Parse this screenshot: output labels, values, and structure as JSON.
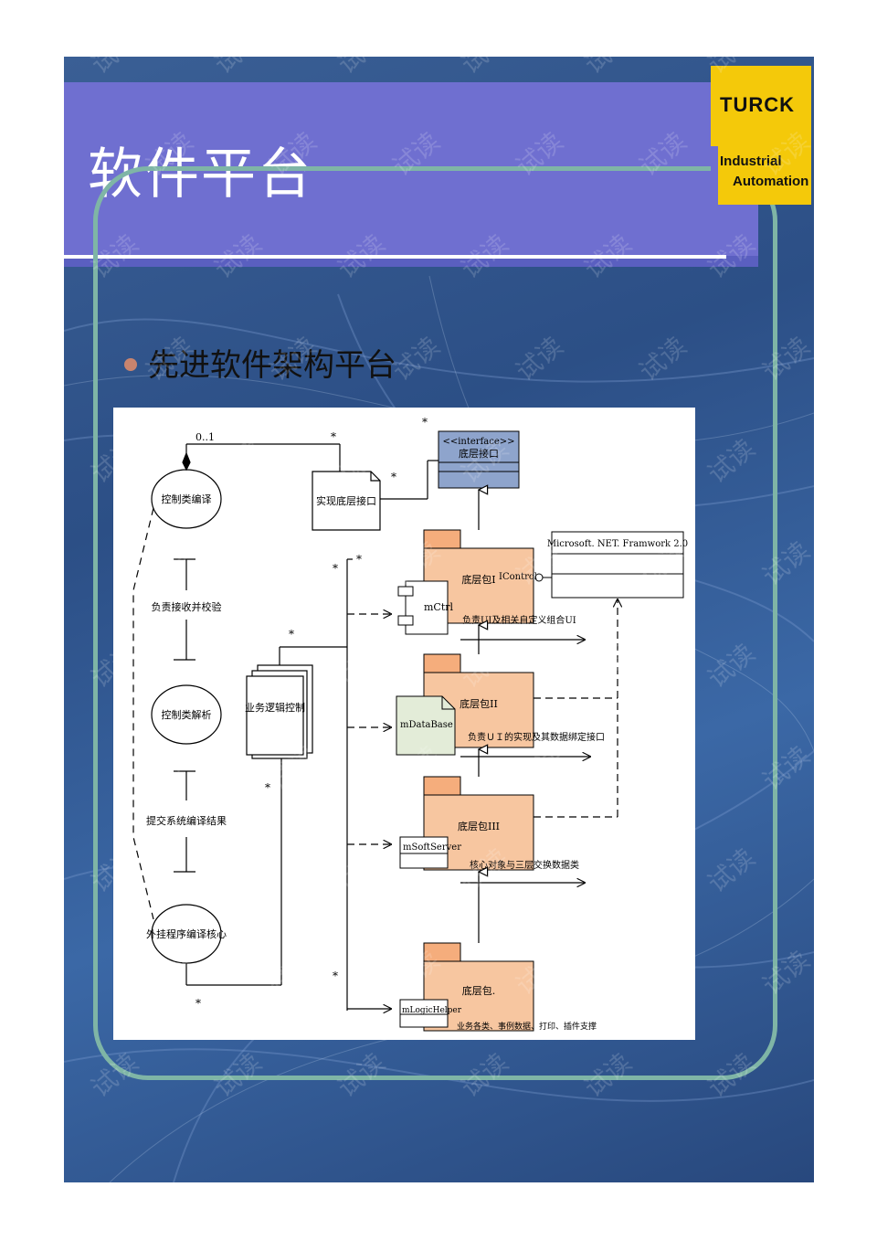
{
  "slide": {
    "title": "软件平台",
    "bullet": "先进软件架构平台"
  },
  "logo": {
    "brand": "TURCK",
    "line1": "Industrial",
    "line2": "Automation"
  },
  "diagram": {
    "left_nodes": {
      "compile": "控制类编译",
      "validate": "负责接收并校验",
      "parse": "控制类解析",
      "submit": "提交系统编译结果",
      "core": "外挂程序编译核心"
    },
    "impl_interface": "实现底层接口",
    "business_logic": "业务逻辑控制",
    "interface_stereotype": "<<interface>>",
    "interface_name": "底层接口",
    "framework": "Microsoft. NET. Framwork 2.0",
    "packages": {
      "p1": "底层包I",
      "p1_port": "IControl",
      "p1_member": "mCtrl",
      "p1_desc": "负责UI及相关自定义组合UI",
      "p2": "底层包II",
      "p2_member": "mDataBase",
      "p2_desc": "负责ＵＩ的实现及其数据绑定接口",
      "p3": "底层包III",
      "p3_member": "mSoftServer",
      "p3_desc": "核心对象与三层交换数据类",
      "p4": "底层包.",
      "p4_member": "mLogicHelper",
      "p4_desc": "业务各类、事例数据、打印、插件支撑"
    },
    "multiplicity": {
      "range": "0..1",
      "many": "*"
    }
  },
  "watermark": "试读",
  "colors": {
    "slide_bg": "#345a92",
    "title_band": "#6f6fd0",
    "frame": "#7fb5a6",
    "logo": "#f4c90a",
    "bullet": "#c9846e",
    "package": "#f7c6a0",
    "package_tab": "#f5ad7c",
    "interface_fill": "#8ea4cc",
    "database_fill": "#e3ecd8"
  }
}
